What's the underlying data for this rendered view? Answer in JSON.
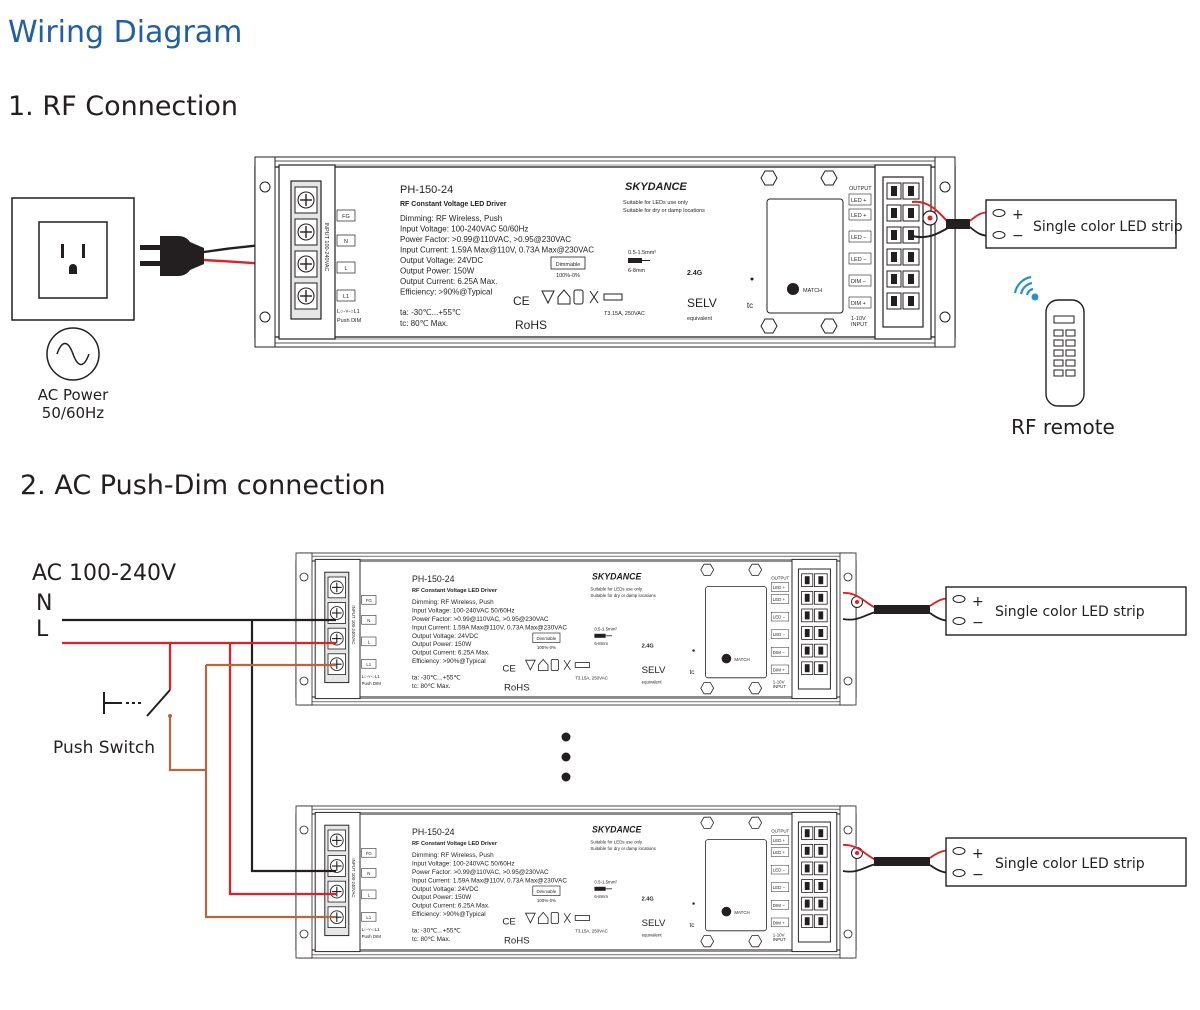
{
  "title": "Wiring Diagram",
  "section1": {
    "heading": "1. RF Connection"
  },
  "section2": {
    "heading": "2. AC Push-Dim connection"
  },
  "ac_power": {
    "line1": "AC Power",
    "line2": "50/60Hz"
  },
  "rf_remote_label": "RF remote",
  "ac_input_label": "AC 100-240V",
  "wire_n": "N",
  "wire_l": "L",
  "push_switch_label": "Push Switch",
  "led_strip_label": "Single color LED strip",
  "strip_plus": "+",
  "strip_minus": "−",
  "driver": {
    "model": "PH-150-24",
    "subtitle": "RF Constant Voltage LED Driver",
    "specs": [
      "Dimming: RF Wireless, Push",
      "Input Voltage: 100-240VAC 50/60Hz",
      "Power Factor: >0.99@110VAC, >0.95@230VAC",
      "Input Current: 1.59A Max@110V, 0.73A Max@230VAC",
      "Output Voltage: 24VDC",
      "Output Power: 150W",
      "Output Current: 6.25A Max.",
      "Efficiency: >90%@Typical"
    ],
    "temp_ta": "ta: -30℃...+55℃",
    "temp_tc": "tc: 80℃ Max.",
    "brand": "SKYDANCE",
    "suitable_1": "Suitable for LEDs use only",
    "suitable_2": "Suitable for dry or damp locations",
    "dimmable": "Dimmable",
    "dim_range": "100%-0%",
    "wire_gauge": "0.5-1.5mm²",
    "strip_len": "6-8mm",
    "rf_band": "2.4G",
    "selv": "SELV",
    "selv_sub": "equivalent",
    "rohs": "RoHS",
    "ce": "CE",
    "fuse": "T3.15A, 250VAC",
    "tc_mark": "tc",
    "match": "MATCH",
    "input_side": "INPUT 100-240VAC",
    "in_terminals": [
      "FG",
      "N",
      "L",
      "L1"
    ],
    "push_dim_note": "L○-˅-○L1",
    "push_dim": "Push DIM",
    "output_label": "OUTPUT",
    "out_terminals": [
      "LED +",
      "LED +",
      "LED −",
      "LED −",
      "DIM −",
      "DIM +"
    ],
    "input_1_10v": "1-10V",
    "input_word": "INPUT"
  },
  "colors": {
    "title_blue": "#1f5fa8",
    "live_red": "#e31e24",
    "neutral_black": "#231f20",
    "switched_brown": "#b5673e",
    "rf_blue": "#2a8fd0"
  },
  "icons": [
    "wall-outlet-icon",
    "ac-sine-icon",
    "power-plug-icon",
    "wireless-signal-icon",
    "rf-remote-icon",
    "push-switch-icon",
    "ellipsis-dots-icon"
  ]
}
